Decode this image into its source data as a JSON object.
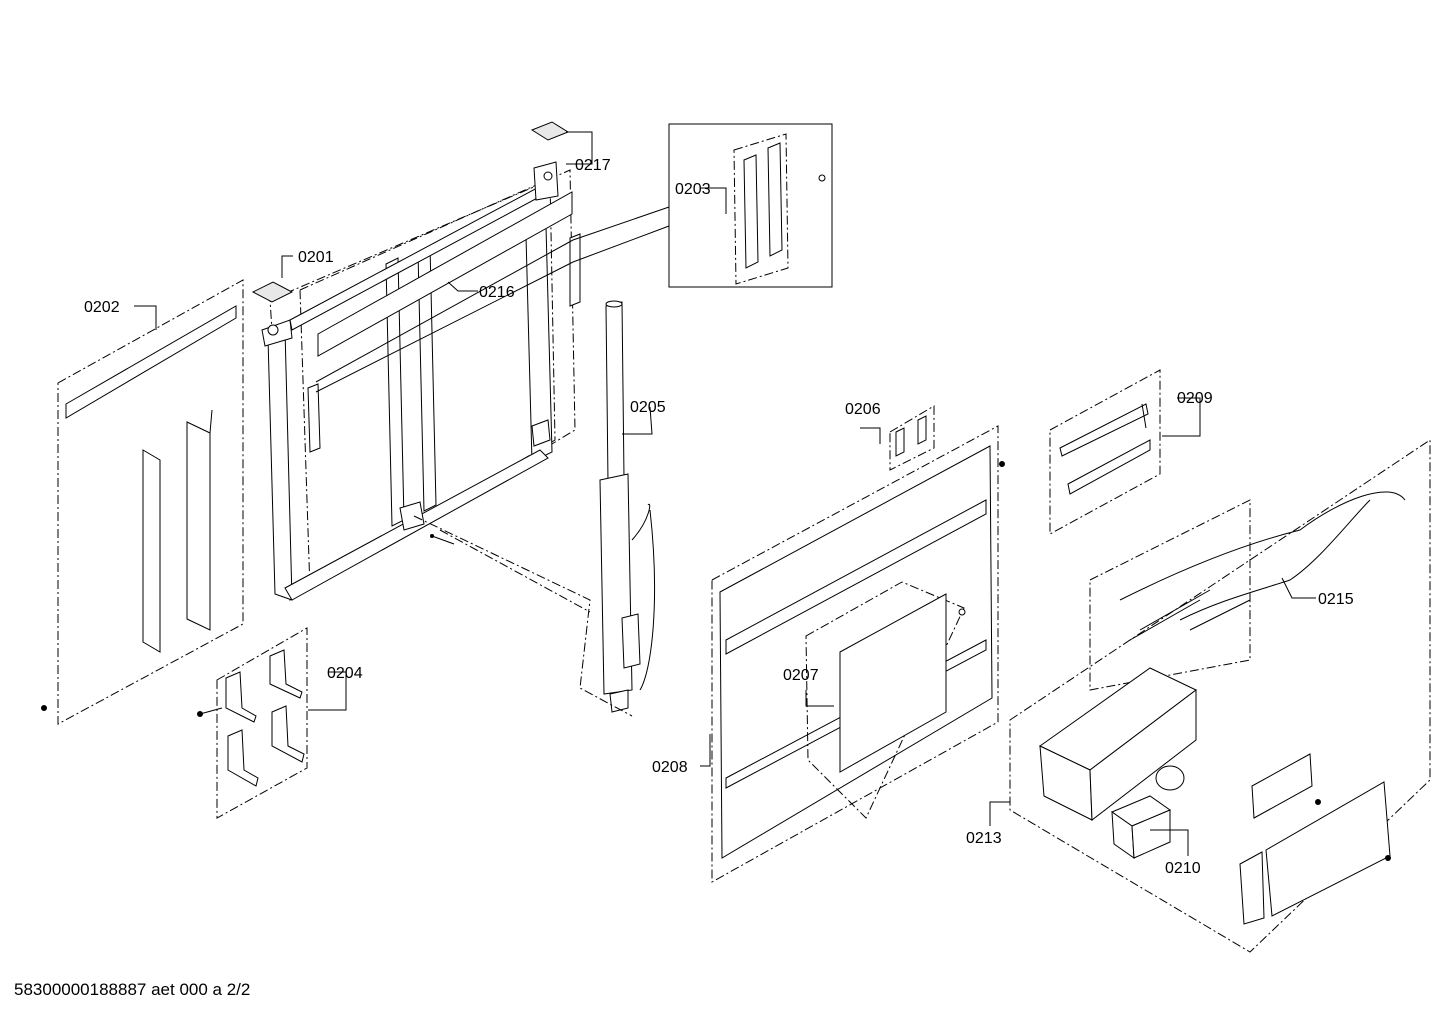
{
  "diagram": {
    "labels": {
      "p0201": "0201",
      "p0202": "0202",
      "p0203": "0203",
      "p0204": "0204",
      "p0205": "0205",
      "p0206": "0206",
      "p0207": "0207",
      "p0208": "0208",
      "p0209": "0209",
      "p0210": "0210",
      "p0213": "0213",
      "p0215": "0215",
      "p0216": "0216",
      "p0217": "0217"
    }
  },
  "footer": {
    "document_id": "58300000188887 aet 000 a 2/2"
  }
}
